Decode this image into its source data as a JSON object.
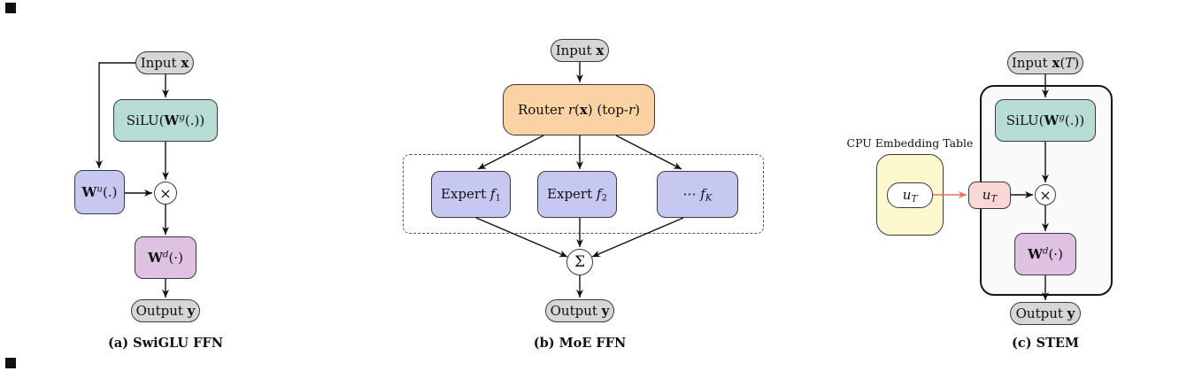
{
  "colors": {
    "node_gray": "#d6d6d6",
    "teal": "#b6dcd4",
    "purple": "#c6c8f2",
    "violet": "#dfc2e2",
    "orange": "#fbd2a3",
    "yellow": "#fdf8cd",
    "pink": "#fbd7d6",
    "panel_bg": "#fafafa",
    "border": "#3a3a3a",
    "arrow": "#111111",
    "red_arrow": "#ef6b6b"
  },
  "panels": {
    "a": {
      "caption": "(a) SwiGLU FFN",
      "nodes": {
        "input": [
          {
            "t": "Input "
          },
          {
            "t": "x",
            "s": "b"
          }
        ],
        "silu": [
          {
            "t": "SiLU("
          },
          {
            "t": "W",
            "s": "b"
          },
          {
            "t": "g",
            "s": "sup"
          },
          {
            "t": "(.))"
          }
        ],
        "wu": [
          {
            "t": "W",
            "s": "b"
          },
          {
            "t": "u",
            "s": "sup"
          },
          {
            "t": "(.)"
          }
        ],
        "otimes": [
          {
            "t": "×"
          }
        ],
        "wd": [
          {
            "t": "W",
            "s": "b"
          },
          {
            "t": "d",
            "s": "sup"
          },
          {
            "t": "(·)"
          }
        ],
        "output": [
          {
            "t": "Output "
          },
          {
            "t": "y",
            "s": "b"
          }
        ]
      }
    },
    "b": {
      "caption": "(b) MoE FFN",
      "nodes": {
        "input": [
          {
            "t": "Input "
          },
          {
            "t": "x",
            "s": "b"
          }
        ],
        "router": [
          {
            "t": "Router "
          },
          {
            "t": "r",
            "s": "i"
          },
          {
            "t": "("
          },
          {
            "t": "x",
            "s": "b"
          },
          {
            "t": ") (top-"
          },
          {
            "t": "r",
            "s": "i"
          },
          {
            "t": ")"
          }
        ],
        "expert1": [
          {
            "t": "Expert "
          },
          {
            "t": "f",
            "s": "i"
          },
          {
            "t": "1",
            "s": "sub"
          }
        ],
        "expert2": [
          {
            "t": "Expert "
          },
          {
            "t": "f",
            "s": "i"
          },
          {
            "t": "2",
            "s": "sub"
          }
        ],
        "expertk": [
          {
            "t": "⋯ "
          },
          {
            "t": "f",
            "s": "i"
          },
          {
            "t": "K",
            "s": "subi"
          }
        ],
        "sum": [
          {
            "t": "Σ"
          }
        ],
        "output": [
          {
            "t": "Output "
          },
          {
            "t": "y",
            "s": "b"
          }
        ]
      }
    },
    "c": {
      "caption": "(c) STEM",
      "cpu_label": "CPU Embedding Table",
      "nodes": {
        "input": [
          {
            "t": "Input "
          },
          {
            "t": "x",
            "s": "b"
          },
          {
            "t": "("
          },
          {
            "t": "T",
            "s": "i"
          },
          {
            "t": ")"
          }
        ],
        "silu": [
          {
            "t": "SiLU("
          },
          {
            "t": "W",
            "s": "b"
          },
          {
            "t": "g",
            "s": "sup"
          },
          {
            "t": "(.))"
          }
        ],
        "ut_cpu": [
          {
            "t": "u",
            "s": "i"
          },
          {
            "t": "T",
            "s": "subi"
          }
        ],
        "ut_gpu": [
          {
            "t": "u",
            "s": "i"
          },
          {
            "t": "T",
            "s": "subi"
          }
        ],
        "otimes": [
          {
            "t": "×"
          }
        ],
        "wd": [
          {
            "t": "W",
            "s": "b"
          },
          {
            "t": "d",
            "s": "sup"
          },
          {
            "t": "(·)"
          }
        ],
        "output": [
          {
            "t": "Output "
          },
          {
            "t": "y",
            "s": "b"
          }
        ]
      }
    }
  }
}
